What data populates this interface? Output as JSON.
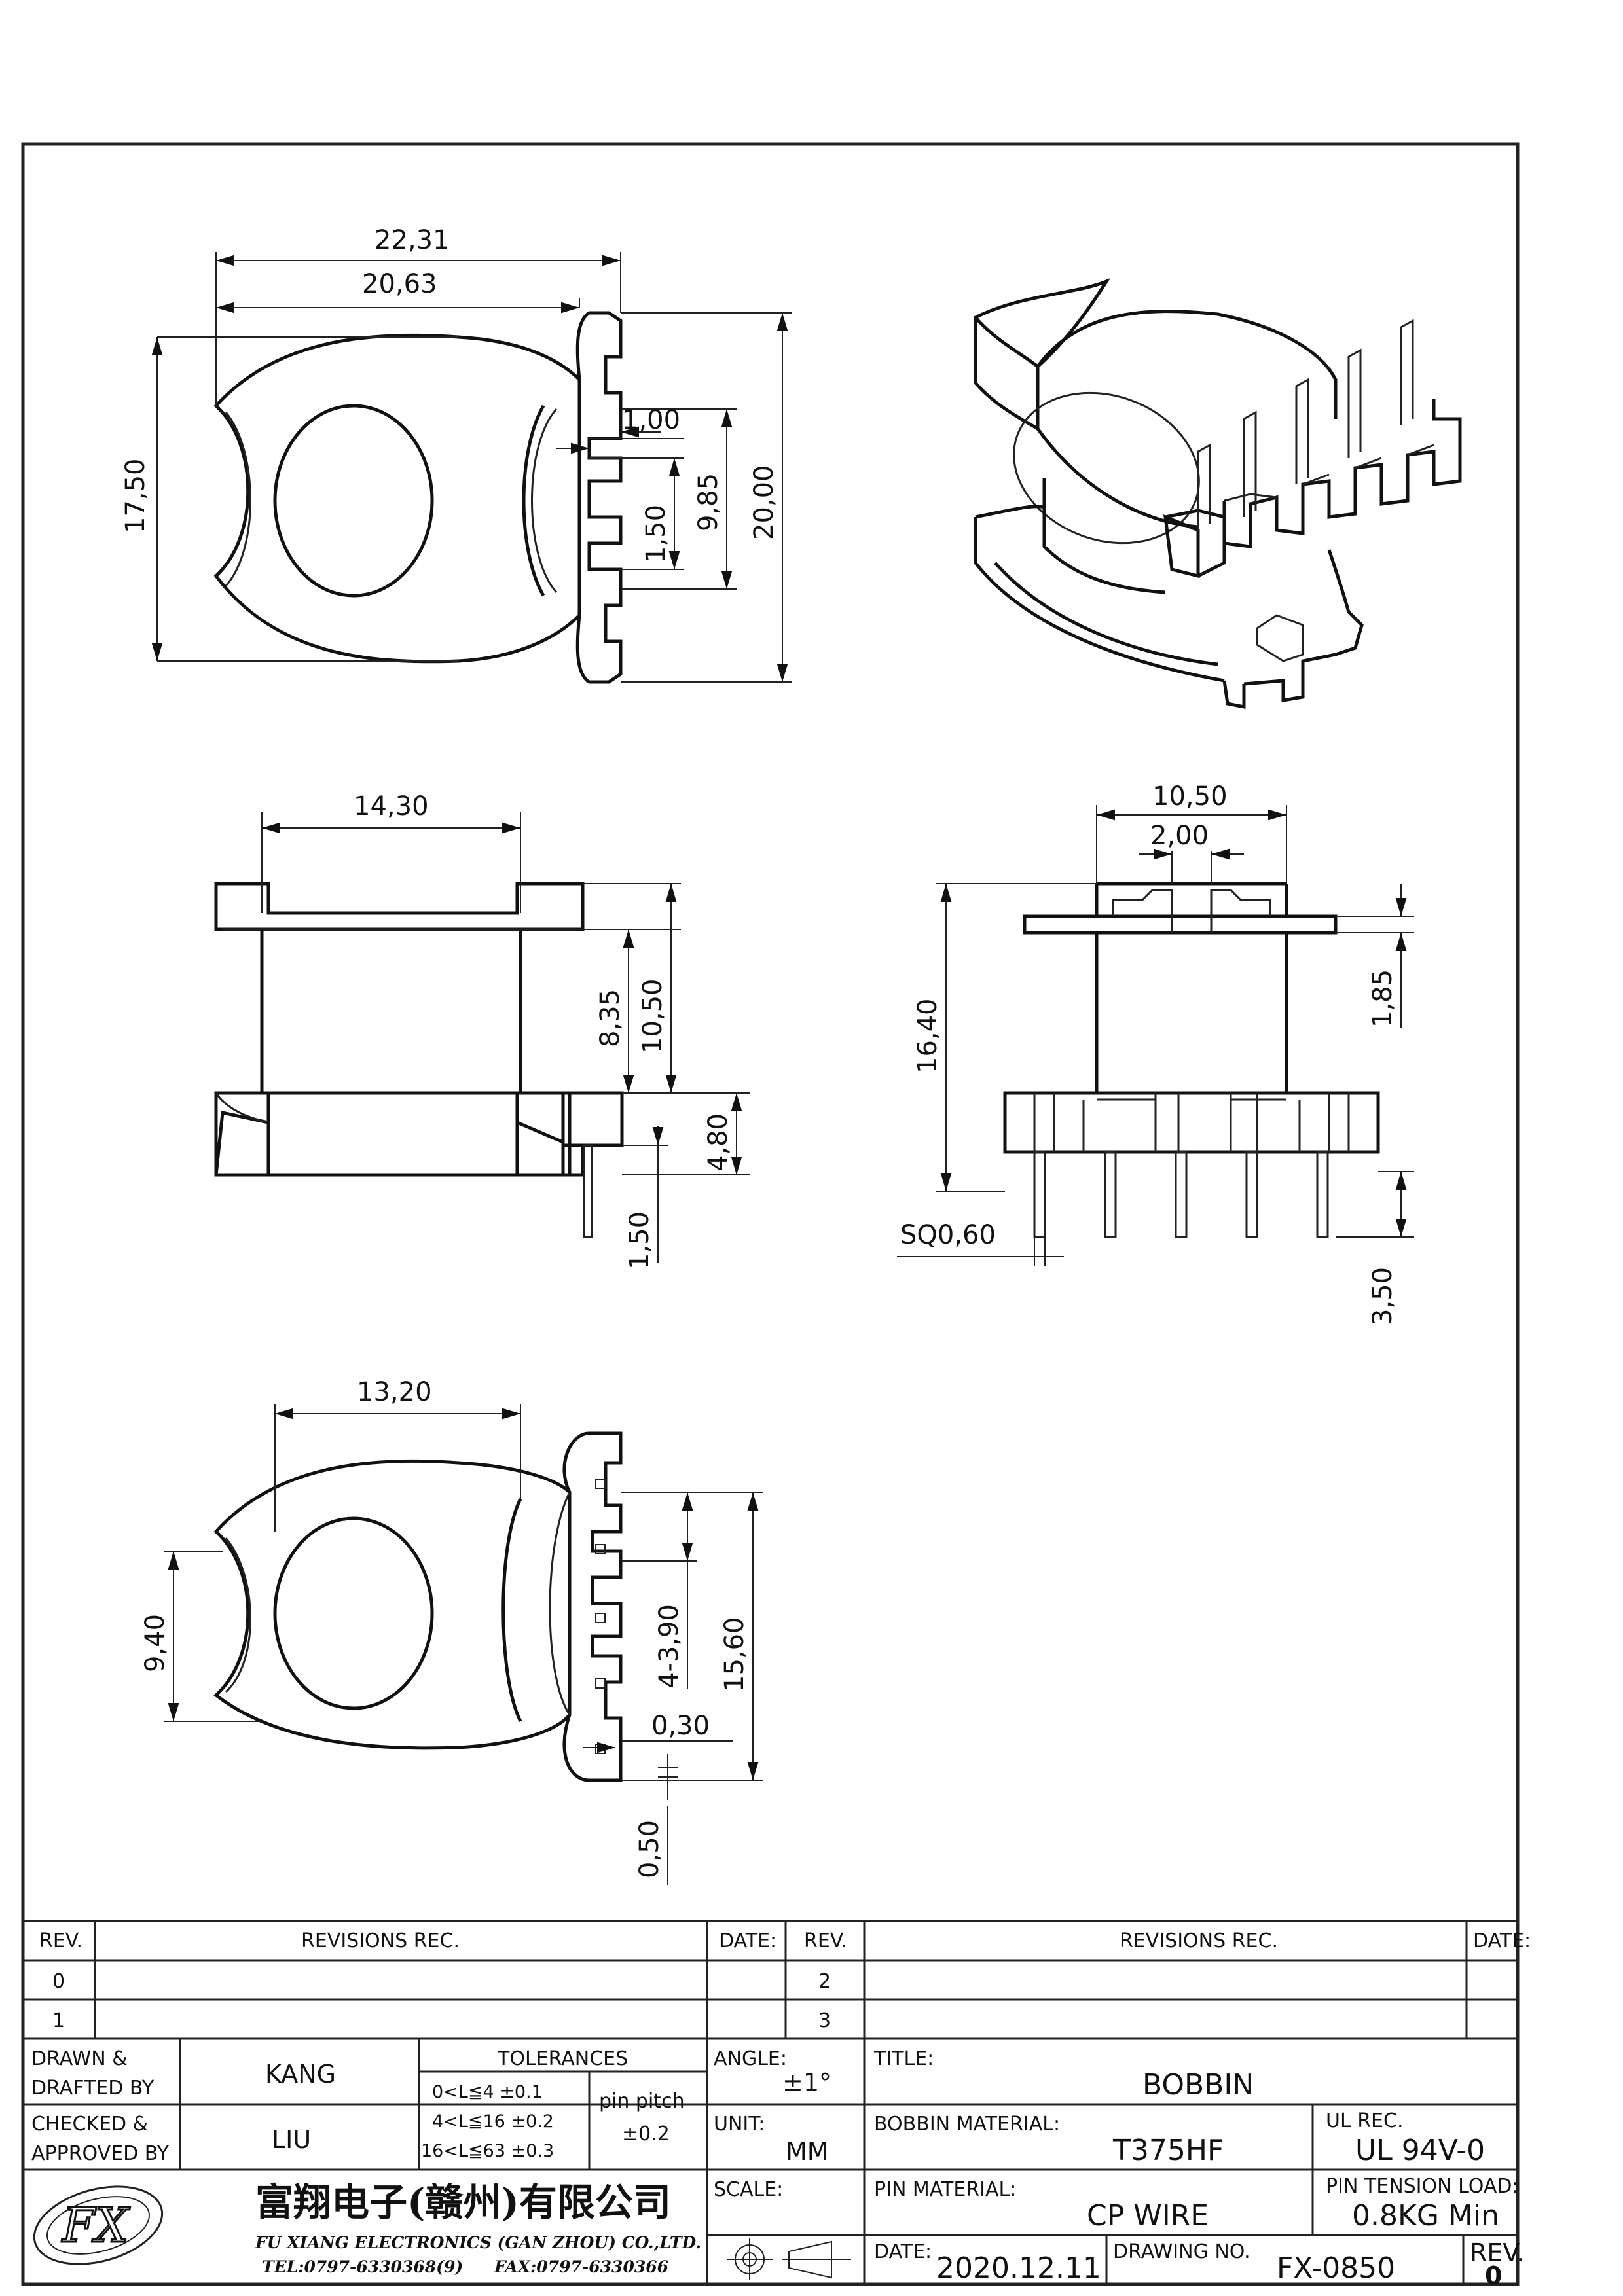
{
  "views": {
    "top": {
      "dims": [
        "22,31",
        "20,63",
        "17,50",
        "1,00",
        "9,85",
        "20,00",
        "1,50"
      ]
    },
    "front": {
      "dims": [
        "14,30",
        "8,35",
        "10,50",
        "4,80",
        "1,50"
      ]
    },
    "side": {
      "dims": [
        "10,50",
        "2,00",
        "16,40",
        "1,85",
        "SQ0,60",
        "3,50"
      ]
    },
    "bottom": {
      "dims": [
        "13,20",
        "9,40",
        "4-3,90",
        "15,60",
        "0,30",
        "0,50"
      ]
    }
  },
  "title_block": {
    "rev_header": "REV.",
    "revisions_header": "REVISIONS  REC.",
    "date_header": "DATE:",
    "rev_rows_left": [
      "0",
      "1"
    ],
    "rev_rows_right": [
      "2",
      "3"
    ],
    "drawn_label": [
      "DRAWN &",
      "DRAFTED BY"
    ],
    "drawn_by": "KANG",
    "checked_label": [
      "CHECKED &",
      "APPROVED BY"
    ],
    "checked_by": "LIU",
    "tolerances_header": "TOLERANCES",
    "tolerances": [
      "0<L≦4   ±0.1",
      "4<L≦16  ±0.2",
      "16<L≦63  ±0.3"
    ],
    "pin_pitch_label": "pin pitch",
    "pin_pitch_value": "±0.2",
    "angle_label": "ANGLE:",
    "angle_value": "±1°",
    "unit_label": "UNIT:",
    "unit_value": "MM",
    "scale_label": "SCALE:",
    "title_label": "TITLE:",
    "title_value": "BOBBIN",
    "bobbin_material_label": "BOBBIN MATERIAL:",
    "bobbin_material_value": "T375HF",
    "ul_label": "UL REC.",
    "ul_value": "UL 94V-0",
    "pin_material_label": "PIN MATERIAL:",
    "pin_material_value": "CP WIRE",
    "pin_tension_label": "PIN TENSION LOAD:",
    "pin_tension_value": "0.8KG Min",
    "date_label": "DATE:",
    "date_value": "2020.12.11",
    "drawing_no_label": "DRAWING NO.",
    "drawing_no_value": "FX-0850",
    "rev_label": "REV.",
    "rev_value": "0",
    "company_cn": "富翔电子(赣州)有限公司",
    "company_en": "FU XIANG ELECTRONICS (GAN ZHOU) CO.,LTD.",
    "tel": "TEL:0797-6330368(9)",
    "fax": "FAX:0797-6330366",
    "logo_text": "FX"
  }
}
